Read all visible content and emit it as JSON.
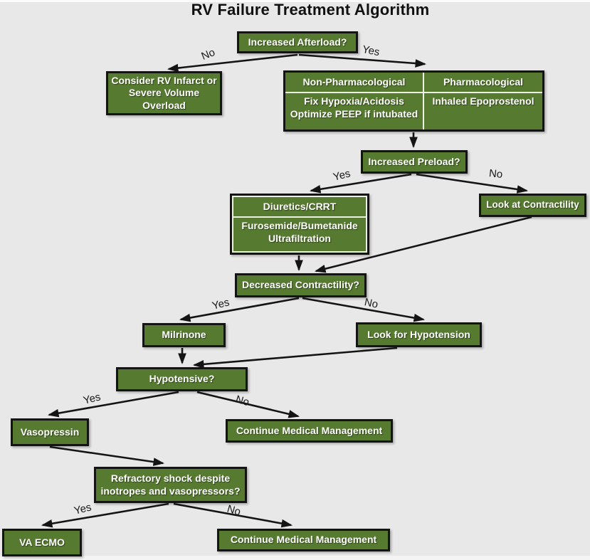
{
  "title": "RV Failure Treatment Algorithm",
  "edge_labels": {
    "yes": "Yes",
    "no": "No"
  },
  "colors": {
    "background": "#E8E8E8",
    "node_fill": "#567A2F",
    "node_border": "#141414",
    "node_text": "#FFFFFF",
    "table_divider": "#ECF1E4",
    "arrow": "#141414",
    "title_text": "#111111"
  },
  "nodes": {
    "increased_afterload": {
      "label": "Increased Afterload?"
    },
    "consider_rv_infarct": {
      "lines": [
        "Consider RV Infarct or",
        "Severe Volume",
        "Overload"
      ]
    },
    "afterload_table": {
      "non_pharm_header": "Non-Pharmacological",
      "pharm_header": "Pharmacological",
      "non_pharm_lines": [
        "Fix Hypoxia/Acidosis",
        "Optimize PEEP if intubated"
      ],
      "pharm_body": "Inhaled Epoprostenol"
    },
    "increased_preload": {
      "label": "Increased Preload?"
    },
    "diuretics": {
      "header": "Diuretics/CRRT",
      "lines": [
        "Furosemide/Bumetanide",
        "Ultrafiltration"
      ]
    },
    "look_at_contractility": {
      "label": "Look at Contractility"
    },
    "decreased_contractility": {
      "label": "Decreased Contractility?"
    },
    "milrinone": {
      "label": "Milrinone"
    },
    "look_for_hypotension": {
      "label": "Look for Hypotension"
    },
    "hypotensive": {
      "label": "Hypotensive?"
    },
    "vasopressin": {
      "label": "Vasopressin"
    },
    "continue_medical_management_upper": {
      "label": "Continue Medical Management"
    },
    "refractory_shock": {
      "lines": [
        "Refractory shock despite",
        "inotropes and vasopressors?"
      ]
    },
    "va_ecmo": {
      "label": "VA ECMO"
    },
    "continue_medical_management_lower": {
      "label": "Continue Medical Management"
    }
  }
}
